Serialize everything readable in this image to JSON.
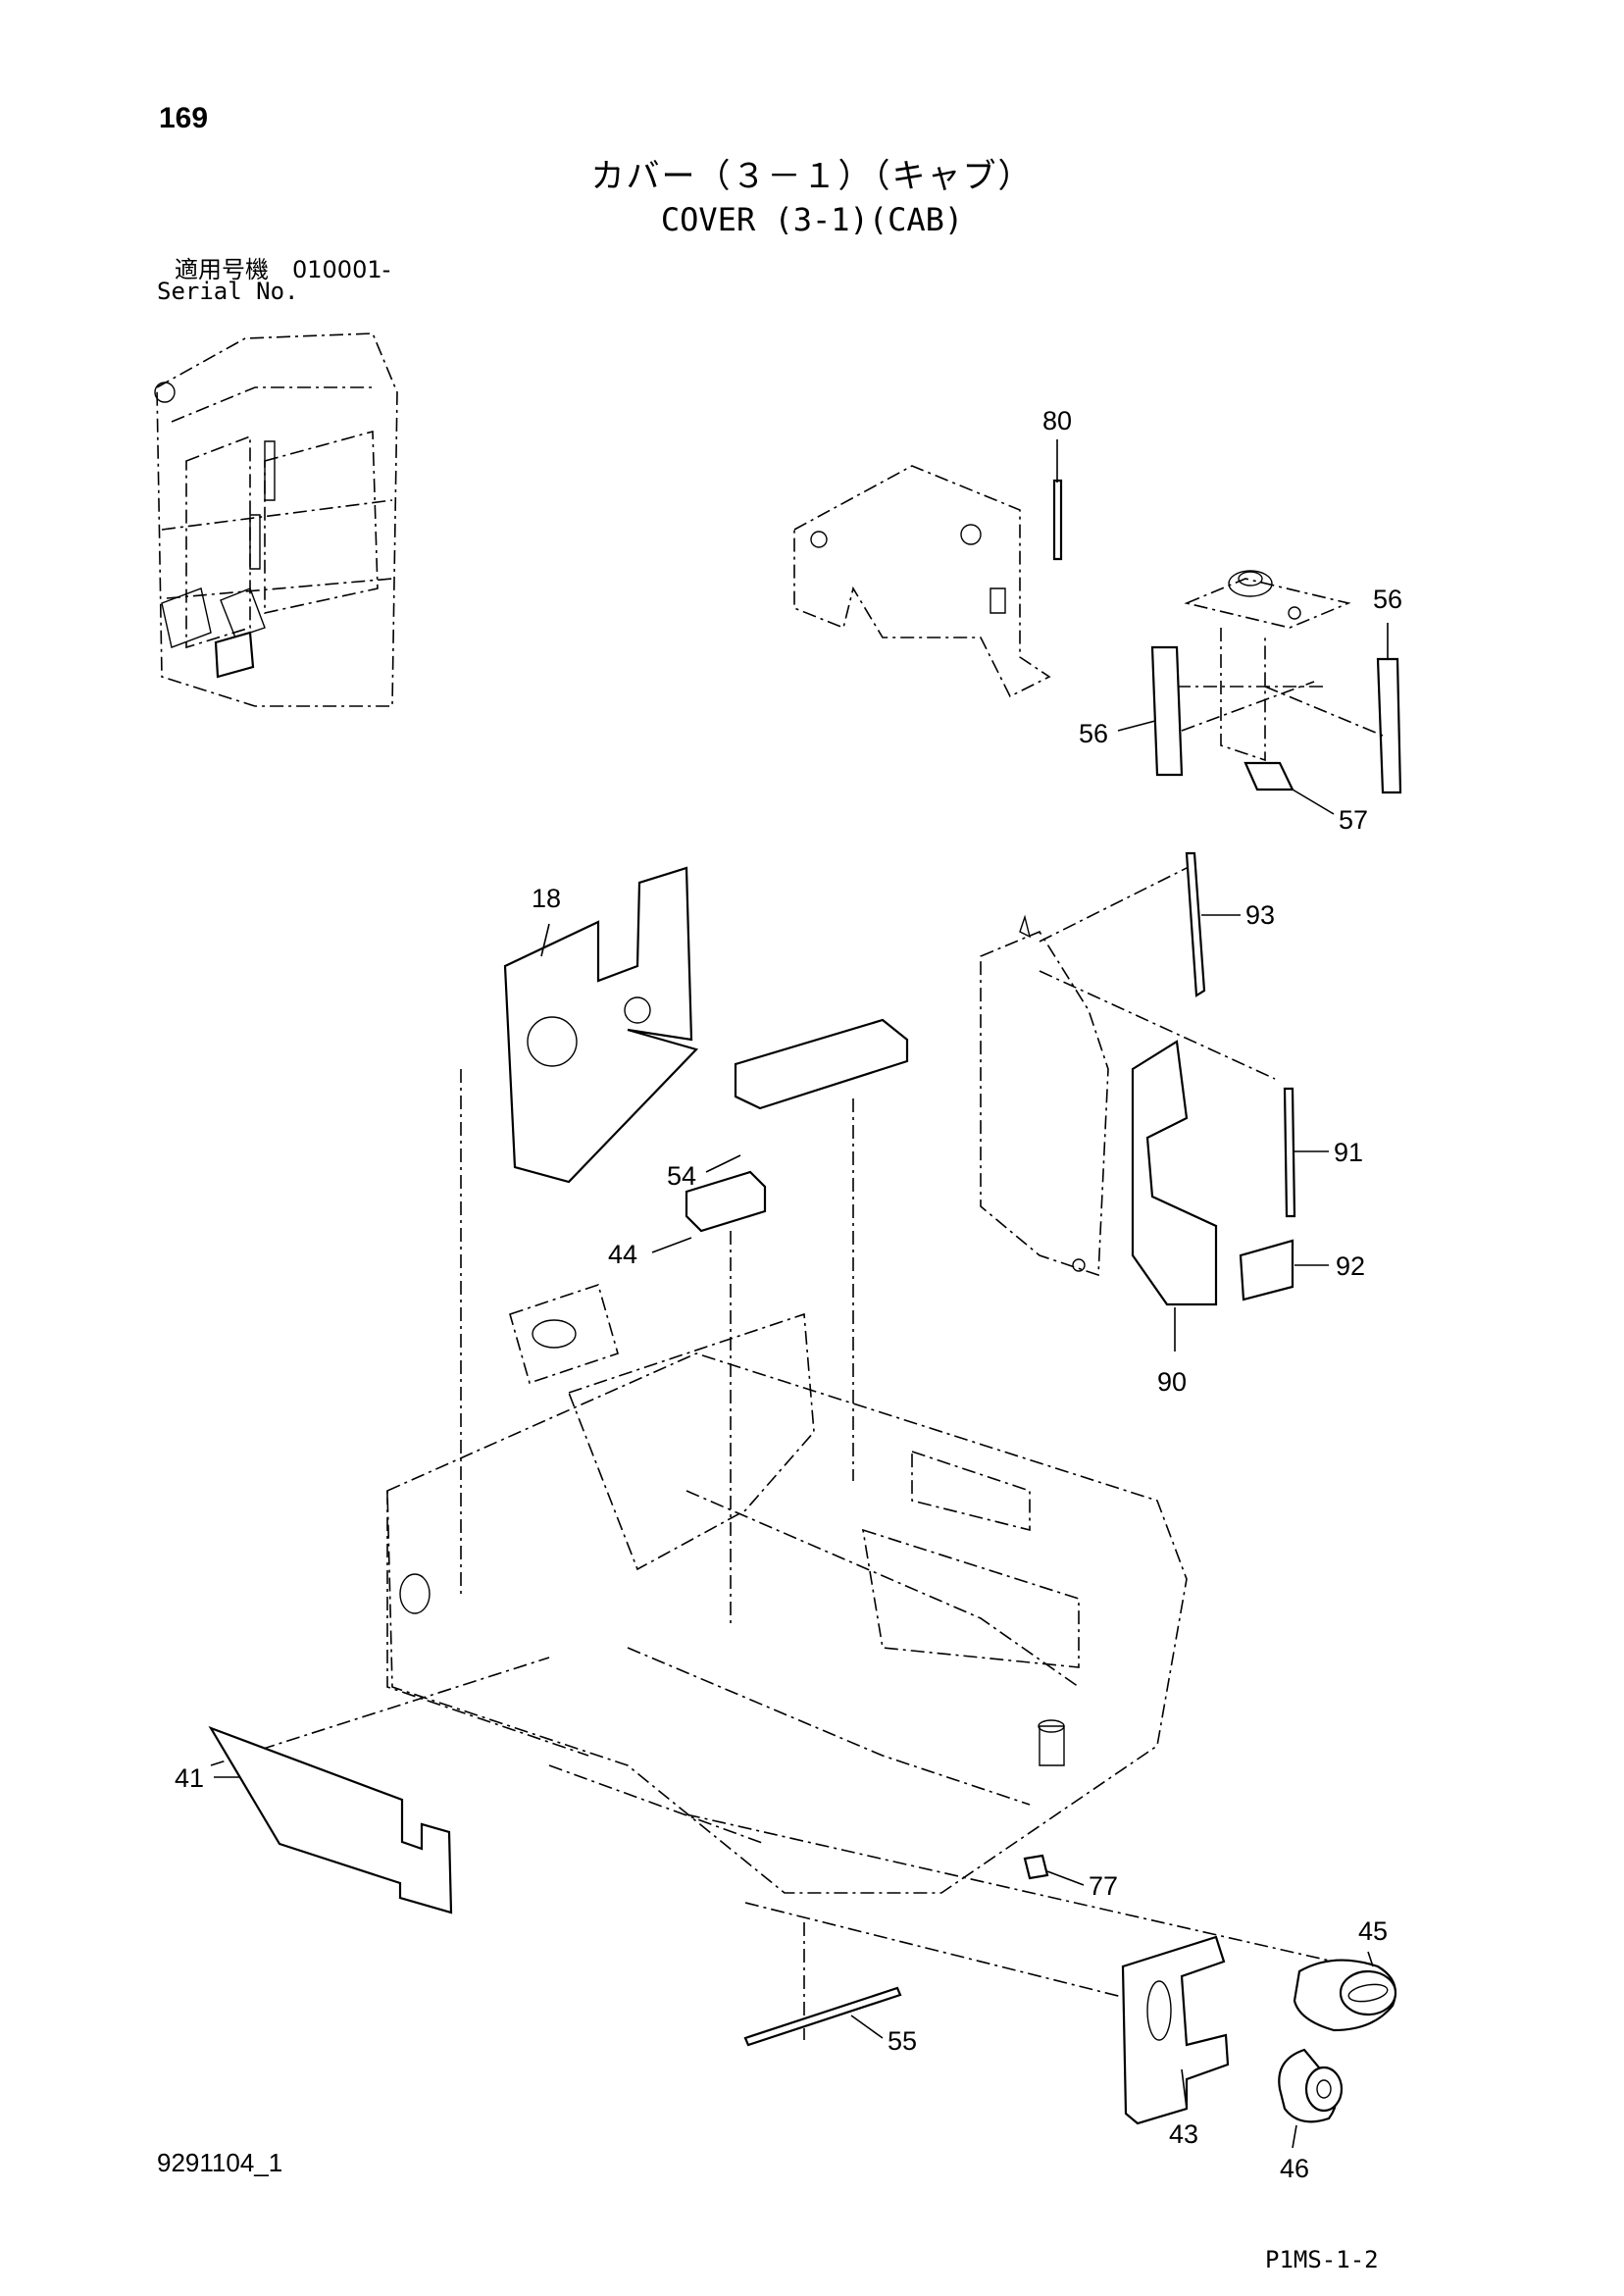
{
  "header": {
    "page_number": "169",
    "title_jp": "カバー（３－１）（キャブ）",
    "title_en": "COVER (3-1)(CAB)",
    "serial_label_jp": "適用号機　010001-",
    "serial_label_en": "Serial No."
  },
  "footer": {
    "document_code": "9291104_1",
    "page_code": "P1MS-1-2"
  },
  "callouts": [
    "80",
    "56",
    "56",
    "57",
    "18",
    "93",
    "54",
    "91",
    "44",
    "92",
    "90",
    "41",
    "77",
    "45",
    "55",
    "43",
    "46"
  ]
}
